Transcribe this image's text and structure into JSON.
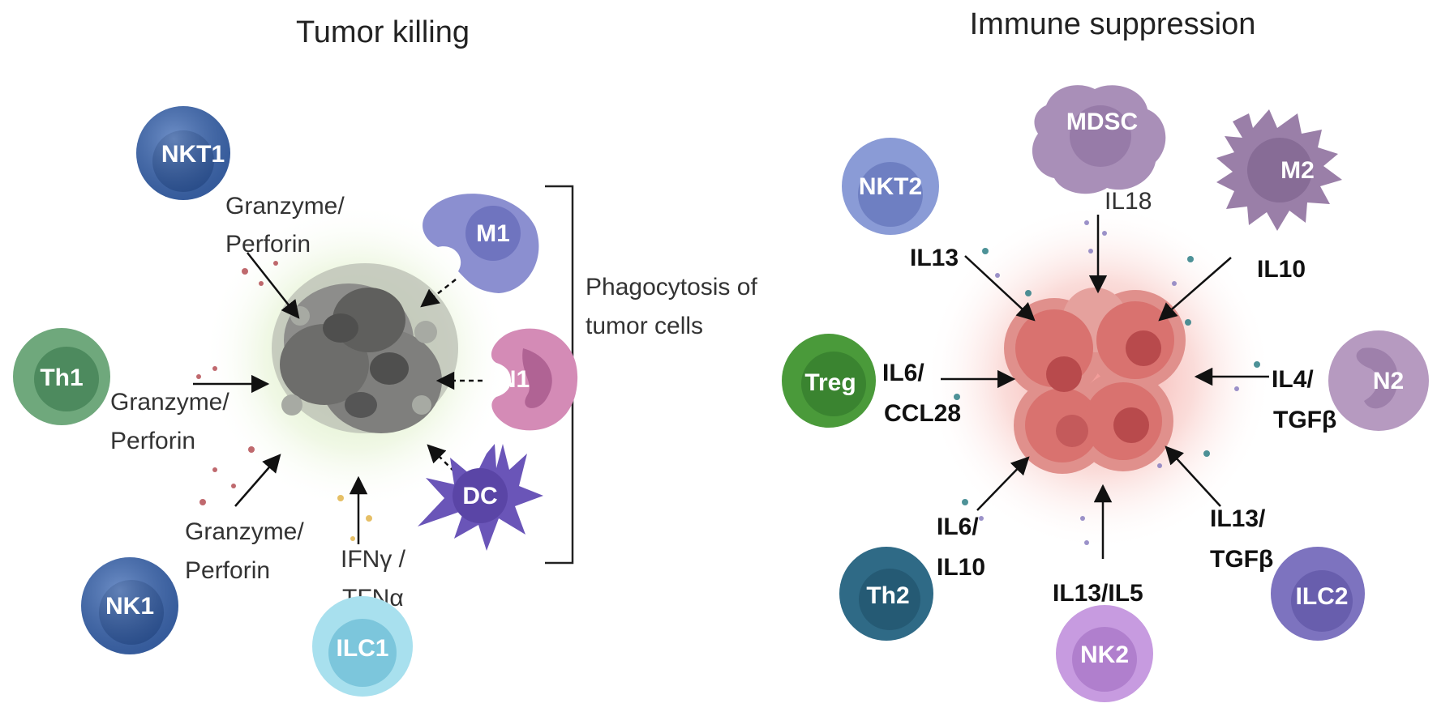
{
  "titles": {
    "left": "Tumor killing",
    "right": "Immune suppression"
  },
  "left": {
    "cells": {
      "nkt1": "NKT1",
      "th1": "Th1",
      "nk1": "NK1",
      "ilc1": "ILC1",
      "m1": "M1",
      "n1": "N1",
      "dc": "DC"
    },
    "labels": {
      "granzyme_top_1": "Granzyme/",
      "granzyme_top_2": "Perforin",
      "granzyme_mid_1": "Granzyme/",
      "granzyme_mid_2": "Perforin",
      "granzyme_bot_1": "Granzyme/",
      "granzyme_bot_2": "Perforin",
      "ifn_1": "IFNγ /",
      "ifn_2": "TFNα",
      "phago_1": "Phagocytosis of",
      "phago_2": "tumor cells"
    }
  },
  "right": {
    "cells": {
      "mdsc": "MDSC",
      "nkt2": "NKT2",
      "m2": "M2",
      "treg": "Treg",
      "n2": "N2",
      "th2": "Th2",
      "nk2": "NK2",
      "ilc2": "ILC2"
    },
    "labels": {
      "il18": "IL18",
      "il13": "IL13",
      "il10": "IL10",
      "il6_ccl28_1": "IL6/",
      "il6_ccl28_2": "CCL28",
      "il4_tgfb_1": "IL4/",
      "il4_tgfb_2": "TGFβ",
      "il6_il10_1": "IL6/",
      "il6_il10_2": "IL10",
      "il13_il5": "IL13/IL5",
      "il13_tgfb_1": "IL13/",
      "il13_tgfb_2": "TGFβ"
    }
  },
  "colors": {
    "nk_blue": "#3f6bb6",
    "th1_green": "#5d9b6f",
    "ilc1_cyan": "#8fd4e6",
    "m1_purple": "#8b8fd0",
    "n1_pink": "#d48bb6",
    "dc_violet": "#6a55b8",
    "tumor_gray": "#7a7a7a",
    "tumor_red": "#d9646a",
    "mdsc": "#a98fb8",
    "nkt2": "#8a9bd6",
    "m2": "#9a7fa8",
    "treg": "#4a9a3a",
    "n2": "#b69ac0",
    "th2": "#2f6a86",
    "nk2": "#c79be0",
    "ilc2": "#7d73bf"
  }
}
